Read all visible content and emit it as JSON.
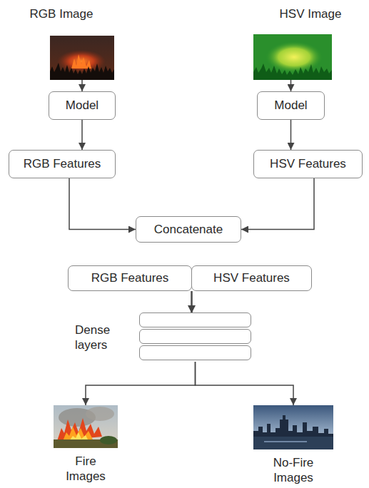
{
  "diagram": {
    "nodes": [
      {
        "text": [
          "RGB Image"
        ]
      },
      {
        "text": [
          "HSV Image"
        ]
      },
      {
        "text": [
          "Model"
        ]
      },
      {
        "text": [
          "Model"
        ]
      },
      {
        "text": [
          "RGB Features"
        ]
      },
      {
        "text": [
          "HSV Features"
        ]
      },
      {
        "text": [
          "Concatenate"
        ]
      },
      {
        "text": [
          "RGB Features"
        ]
      },
      {
        "text": [
          "HSV Features"
        ]
      },
      {
        "text": [
          "Dense layers"
        ]
      },
      {
        "text": [
          "Fire Images"
        ]
      },
      {
        "text": [
          "No-Fire Images"
        ]
      }
    ],
    "edges": [
      {
        "from": 0,
        "to": 2,
        "arrow": "to"
      },
      {
        "from": 1,
        "to": 3,
        "arrow": "to"
      },
      {
        "from": 2,
        "to": 4,
        "arrow": "to"
      },
      {
        "from": 3,
        "to": 5,
        "arrow": "to"
      },
      {
        "from": 4,
        "to": 6,
        "arrow": "to"
      },
      {
        "from": 5,
        "to": 6,
        "arrow": "to"
      },
      {
        "from": 7,
        "to": 9,
        "arrow": "to"
      },
      {
        "from": 8,
        "to": 9,
        "arrow": "to"
      },
      {
        "from": 9,
        "to": 10,
        "arrow": "to"
      },
      {
        "from": 9,
        "to": 11,
        "arrow": "to"
      }
    ]
  }
}
